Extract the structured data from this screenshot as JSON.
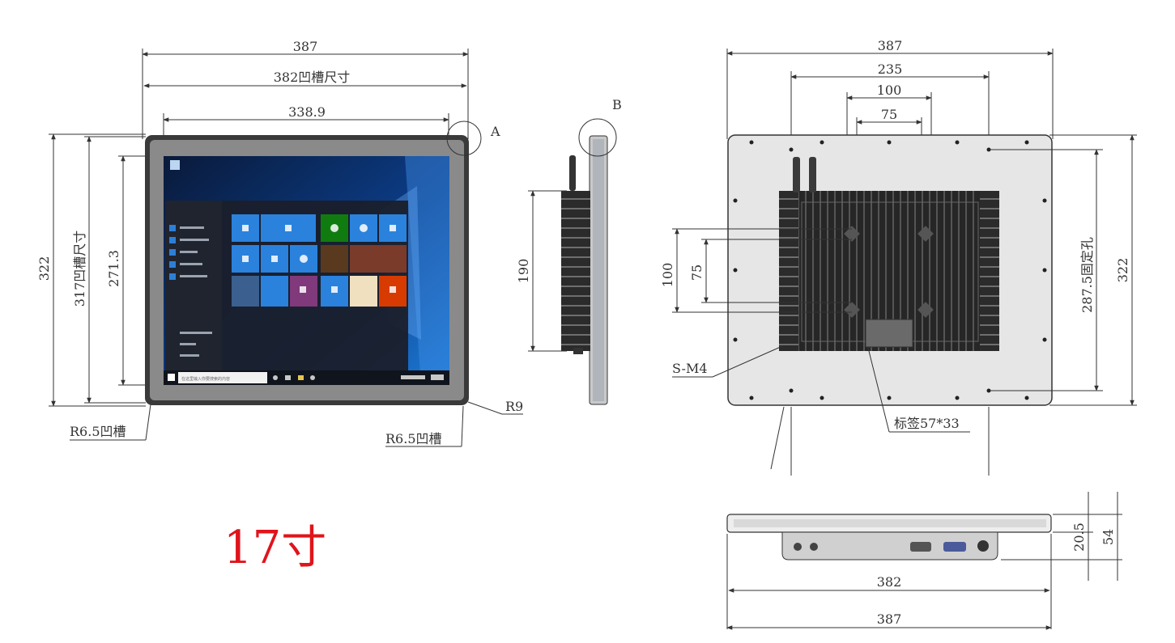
{
  "front_view": {
    "width_overall": "387",
    "width_groove": "382凹槽尺寸",
    "width_screen": "338.9",
    "height_overall": "322",
    "height_groove": "317凹槽尺寸",
    "height_screen": "271.3",
    "callout_a": "A",
    "corner_radius": "R9",
    "groove_radius_left": "R6.5凹槽",
    "groove_radius_right": "R6.5凹槽"
  },
  "side_view": {
    "callout_b": "B",
    "height": "190"
  },
  "rear_view": {
    "width_overall": "387",
    "mount_235": "235",
    "vesa_100_h": "100",
    "vesa_75_h": "75",
    "vesa_100_v": "100",
    "vesa_75_v": "75",
    "mount_height": "287.5固定孔",
    "height_overall": "322",
    "screw": "S-M4",
    "label_size": "标签57*33"
  },
  "bottom_view": {
    "depth_bezel": "20.5",
    "depth_total": "54",
    "width_groove": "382",
    "width_overall": "387"
  },
  "model_size": "17寸",
  "screen_ui": {
    "search_placeholder": "在这里输入你要搜索的内容"
  },
  "colors": {
    "accent_red": "#e0141b",
    "line": "#333333",
    "bezel": "#3a3a3a",
    "heatsink": "#2b2b2b"
  }
}
